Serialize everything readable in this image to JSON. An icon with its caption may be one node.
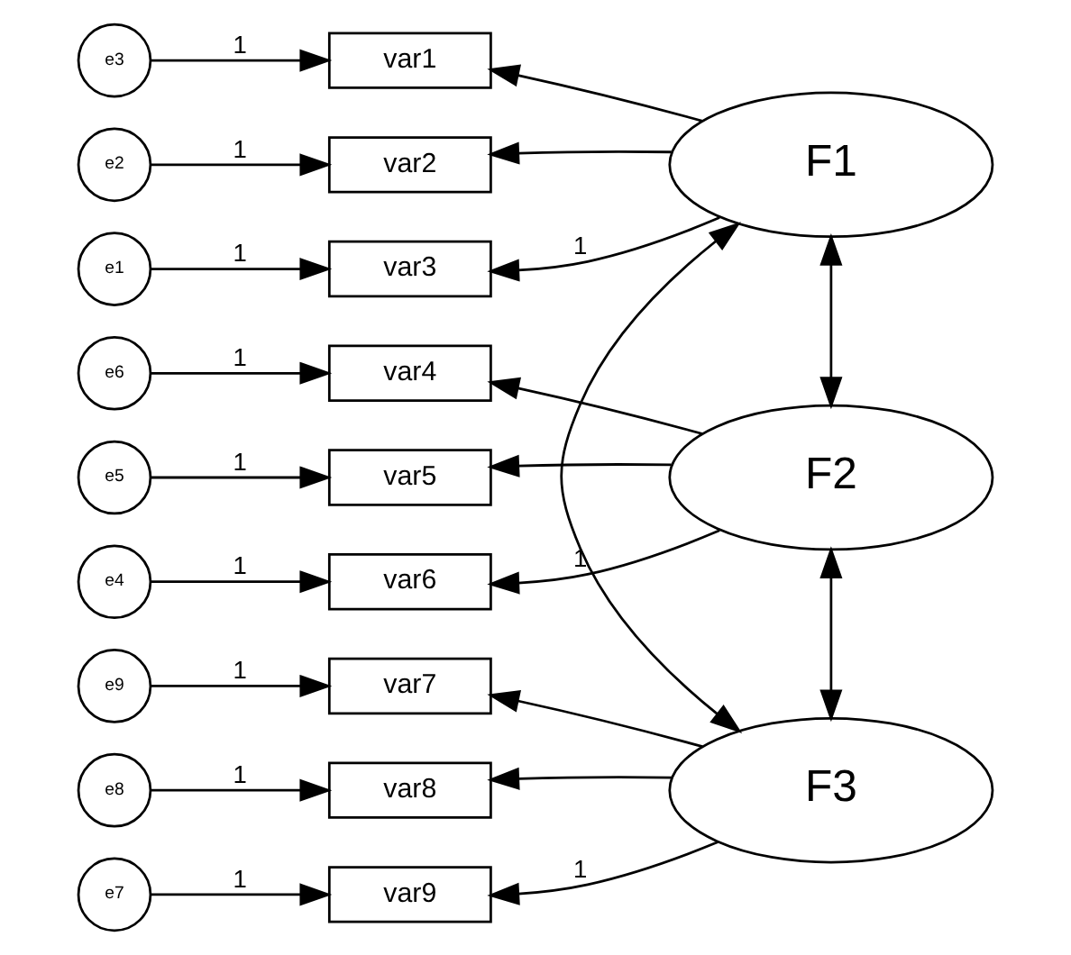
{
  "diagram": {
    "nodes": [
      {
        "text": [
          "e3"
        ]
      },
      {
        "text": [
          "var1"
        ]
      },
      {
        "text": [
          "e2"
        ]
      },
      {
        "text": [
          "var2"
        ]
      },
      {
        "text": [
          "e1"
        ]
      },
      {
        "text": [
          "var3"
        ]
      },
      {
        "text": [
          "F1"
        ]
      },
      {
        "text": [
          "e6"
        ]
      },
      {
        "text": [
          "var4"
        ]
      },
      {
        "text": [
          "e5"
        ]
      },
      {
        "text": [
          "var5"
        ]
      },
      {
        "text": [
          "e4"
        ]
      },
      {
        "text": [
          "var6"
        ]
      },
      {
        "text": [
          "F2"
        ]
      },
      {
        "text": [
          "e9"
        ]
      },
      {
        "text": [
          "var7"
        ]
      },
      {
        "text": [
          "e8"
        ]
      },
      {
        "text": [
          "var8"
        ]
      },
      {
        "text": [
          "e7"
        ]
      },
      {
        "text": [
          "var9"
        ]
      },
      {
        "text": [
          "F3"
        ]
      }
    ],
    "edges": [
      {
        "from": 0,
        "to": 1,
        "arrow": "to",
        "label": "1"
      },
      {
        "from": 2,
        "to": 3,
        "arrow": "to",
        "label": "1"
      },
      {
        "from": 4,
        "to": 5,
        "arrow": "to",
        "label": "1"
      },
      {
        "from": 6,
        "to": 1,
        "arrow": "to"
      },
      {
        "from": 6,
        "to": 3,
        "arrow": "to"
      },
      {
        "from": 6,
        "to": 5,
        "arrow": "to",
        "label": "1"
      },
      {
        "from": 7,
        "to": 8,
        "arrow": "to",
        "label": "1"
      },
      {
        "from": 9,
        "to": 10,
        "arrow": "to",
        "label": "1"
      },
      {
        "from": 11,
        "to": 12,
        "arrow": "to",
        "label": "1"
      },
      {
        "from": 13,
        "to": 8,
        "arrow": "to"
      },
      {
        "from": 13,
        "to": 10,
        "arrow": "to"
      },
      {
        "from": 13,
        "to": 12,
        "arrow": "to",
        "label": "1"
      },
      {
        "from": 14,
        "to": 15,
        "arrow": "to",
        "label": "1"
      },
      {
        "from": 16,
        "to": 17,
        "arrow": "to",
        "label": "1"
      },
      {
        "from": 18,
        "to": 19,
        "arrow": "to",
        "label": "1"
      },
      {
        "from": 20,
        "to": 15,
        "arrow": "to"
      },
      {
        "from": 20,
        "to": 17,
        "arrow": "to"
      },
      {
        "from": 20,
        "to": 19,
        "arrow": "to",
        "label": "1"
      },
      {
        "from": 6,
        "to": 13,
        "arrow": "both"
      },
      {
        "from": 13,
        "to": 20,
        "arrow": "both"
      },
      {
        "from": 6,
        "to": 20,
        "arrow": "both"
      }
    ]
  }
}
